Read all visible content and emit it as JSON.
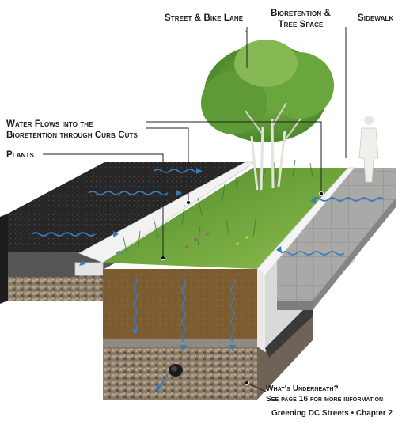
{
  "labels": {
    "street_bike_lane": "Street & Bike Lane",
    "bioretention_line1": "Bioretention &",
    "bioretention_line2": "Tree Space",
    "sidewalk": "Sidewalk",
    "water_flows_line1": "Water Flows into the",
    "water_flows_line2": "Bioretention through Curb Cuts",
    "plants": "Plants",
    "whats_underneath": "What's Underneath?",
    "see_page_prefix": "See page ",
    "see_page_number": "16",
    "see_page_suffix": " for more information"
  },
  "footer": "Greening DC Streets • Chapter 2",
  "colors": {
    "asphalt": "#2a2a2a",
    "gravel": "#7a6e63",
    "grass": "#6fa33a",
    "soil": "#7a5a2c",
    "stone": "#9c8a70",
    "curb": "#e8e8e8",
    "sidewalk": "#a9aaa8",
    "water": "#3b7bb8"
  },
  "icons": [
    "tree-icon",
    "person-icon",
    "drain-pipe-icon",
    "water-flow-icon"
  ]
}
